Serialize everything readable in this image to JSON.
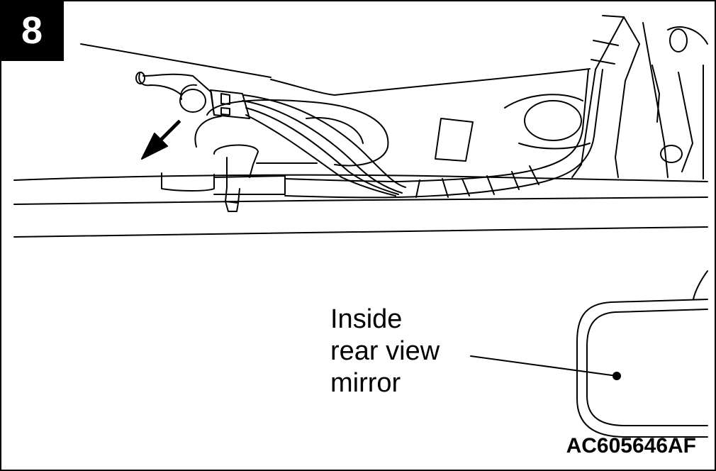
{
  "step_number": "8",
  "callout": {
    "line1": "Inside",
    "line2": "rear view",
    "line3": "mirror"
  },
  "figure_id": "AC605646AF"
}
